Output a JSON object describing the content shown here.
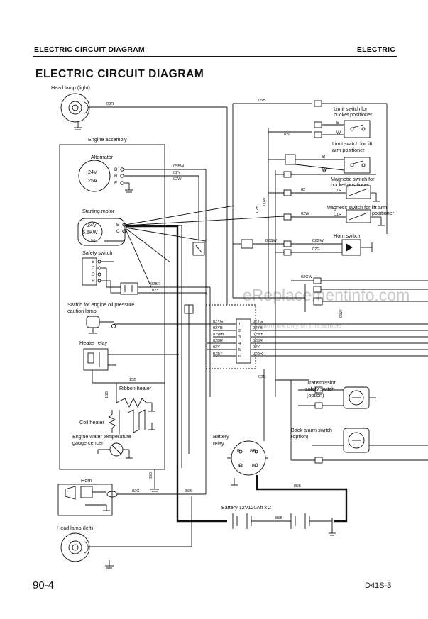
{
  "header": {
    "left": "ELECTRIC CIRCUIT DIAGRAM",
    "right": "ELECTRIC"
  },
  "title": "ELECTRIC CIRCUIT DIAGRAM",
  "footer": {
    "page": "90-4",
    "model": "D41S-3"
  },
  "watermark": {
    "main": "eReplacementinfo.com",
    "sub": "Watermark only on this sample"
  },
  "components": {
    "head_lamp_right": "Head lamp (light)",
    "engine_assembly": "Engine assembly",
    "alternator": "Alternator",
    "alt_rating": [
      "24V",
      "25A"
    ],
    "starting_motor": "Starting motor",
    "motor_rating": [
      "24V",
      "5.5KW",
      "M"
    ],
    "safety_switch": "Safety switch",
    "oil_pressure_switch": [
      "Switch for engine oil pressure",
      "caution lamp"
    ],
    "heater_relay": "Heater relay",
    "ribbon_heater": "Ribbon heater",
    "coil_heater": "Coil heater",
    "water_temp_gauge": [
      "Engine water temperature",
      "gauge cencer"
    ],
    "horn": "Horn",
    "head_lamp_left": "Head lamp (left)",
    "limit_bucket": [
      "Limit switch for",
      "bucket positioner"
    ],
    "limit_lift": [
      "Limit switch for lift",
      "arm positioner"
    ],
    "mag_bucket": [
      "Magnetic switch for",
      "bucket positioner"
    ],
    "mag_lift": [
      "Magnetic switch for lift arm",
      "positioner"
    ],
    "horn_switch": "Horn switch",
    "battery_relay": [
      "Battery",
      "relay"
    ],
    "battery": "Battery 12V120Ah x 2",
    "transmission_switch": [
      "Transmission",
      "safety switch",
      "(option)"
    ],
    "back_alarm_switch": [
      "Back alarm switch",
      "(option)"
    ]
  },
  "terminals": {
    "alternator": [
      "B",
      "R",
      "E"
    ],
    "motor": [
      "B",
      "C"
    ],
    "safety": [
      "B",
      "C",
      "S",
      "R"
    ],
    "relay_batt": [
      "R",
      "BR",
      "E",
      "b"
    ],
    "mag": [
      "C1R",
      "C1R"
    ],
    "limit": [
      "B",
      "W",
      "B",
      "W"
    ]
  },
  "wires": {
    "w02R": "02R",
    "w05B": "05B",
    "w02L": "02L",
    "w05BW": "05BW",
    "w02Y": "02Y",
    "w02W": "02W",
    "w02B": "02B",
    "w02GW": "02GW",
    "w02G": "02G",
    "w02BR": "02BR",
    "w15B": "15B",
    "w85B": "85B",
    "w02YG": "02YG",
    "w02YB": "02YB",
    "w02WB": "02WB",
    "w02BY": "02BY",
    "w00W": "00W",
    "wW": "W",
    "wB": "B",
    "w02": "02"
  },
  "connector_pins": [
    "1",
    "2",
    "3",
    "4",
    "5",
    "6"
  ],
  "connector_left": [
    "02YG",
    "02YB",
    "02WB",
    "02BR",
    "02Y",
    "02BY"
  ],
  "connector_right": [
    "02YG",
    "02YB",
    "02WB",
    "02BR",
    "02Y",
    "02BR"
  ]
}
